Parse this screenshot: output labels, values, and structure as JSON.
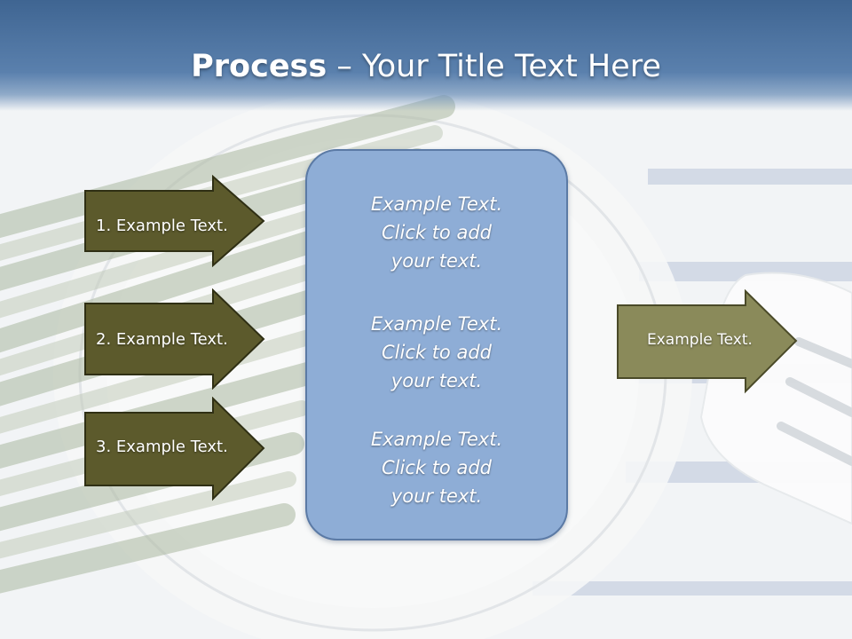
{
  "title": {
    "bold": "Process",
    "rest": " – Your Title Text Here"
  },
  "left_arrows": [
    {
      "label": "1. Example Text."
    },
    {
      "label": "2. Example Text."
    },
    {
      "label": "3. Example Text."
    }
  ],
  "center_blocks": [
    {
      "lines": [
        "Example Text.",
        "Click  to add",
        "your text."
      ]
    },
    {
      "lines": [
        "Example Text.",
        "Click  to add",
        "your text."
      ]
    },
    {
      "lines": [
        "Example Text.",
        "Click  to add",
        "your text."
      ]
    }
  ],
  "right_arrow": {
    "label": "Example Text."
  },
  "colors": {
    "title_bar": "#4a6f9c",
    "left_arrow_fill": "#5c5a2c",
    "center_box_fill": "#8eadd6",
    "right_arrow_fill": "#8a8a5a"
  }
}
